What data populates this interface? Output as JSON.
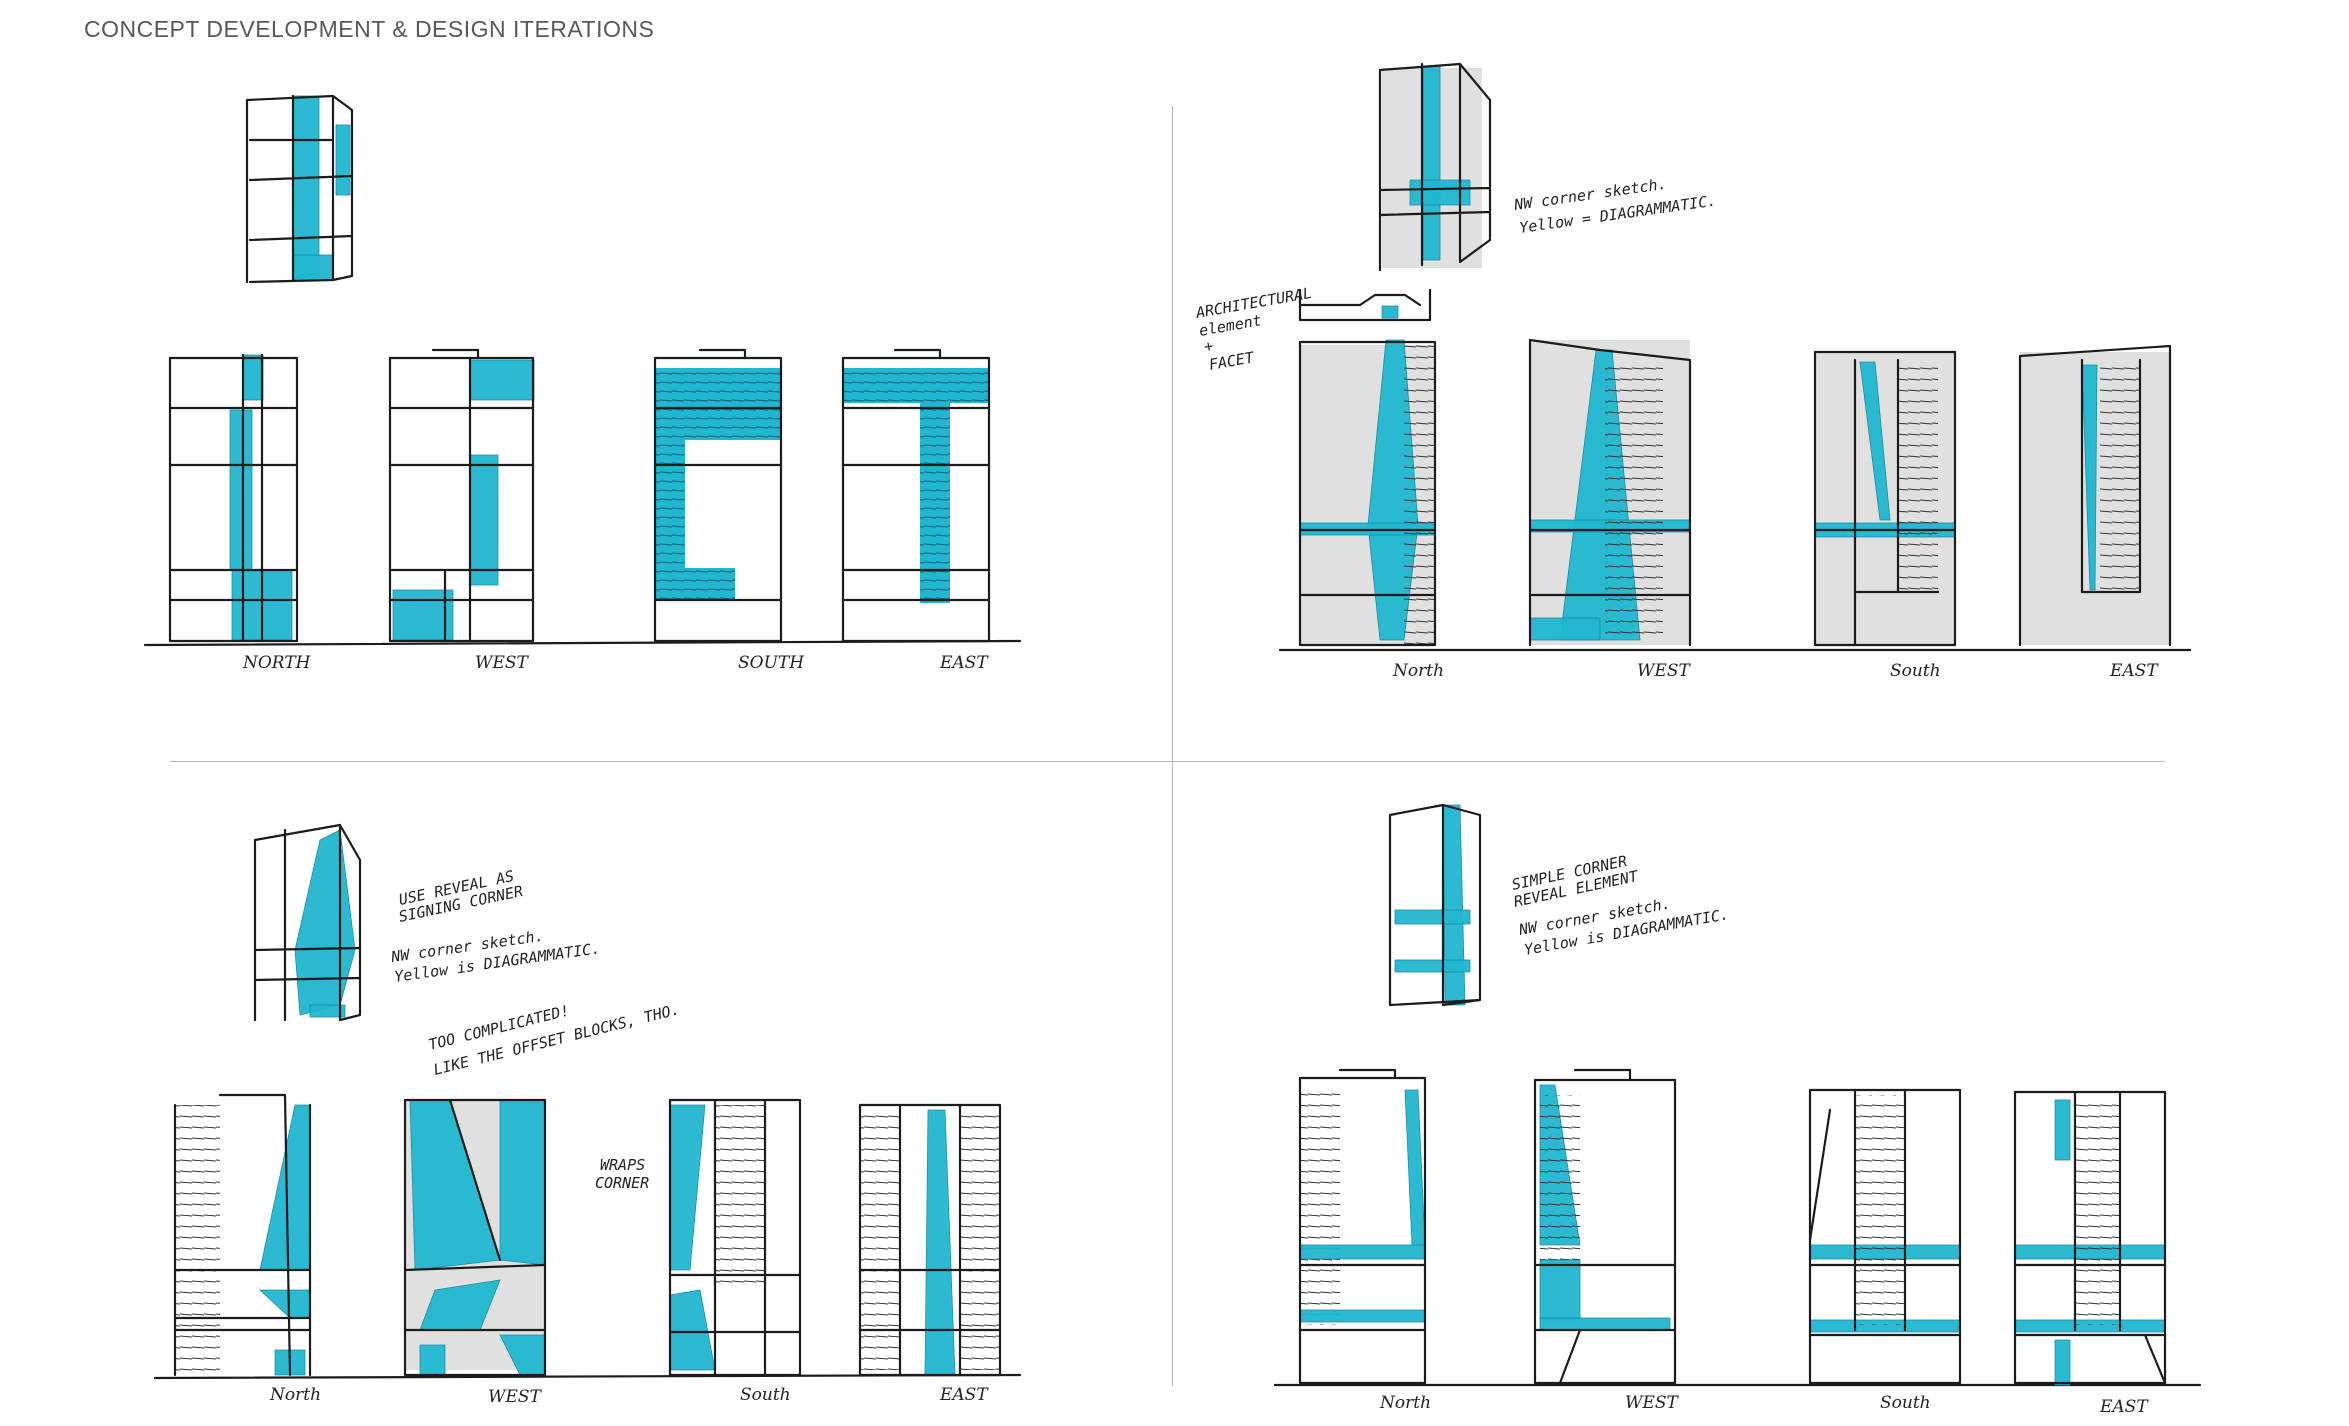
{
  "page": {
    "title": "CONCEPT DEVELOPMENT & DESIGN ITERATIONS"
  },
  "colors": {
    "accent": "#20b7d0",
    "ink": "#1c1c1c",
    "divider": "#b9b9b9",
    "title": "#555a5e"
  },
  "quadrants": [
    {
      "id": "q1",
      "elevations": [
        "NORTH",
        "WEST",
        "SOUTH",
        "EAST"
      ],
      "notes": []
    },
    {
      "id": "q2",
      "elevations": [
        "North",
        "WEST",
        "South",
        "EAST"
      ],
      "notes": [
        "NW corner sketch.",
        "Yellow = DIAGRAMMATIC.",
        "ARCHITECTURAL",
        "element",
        "+",
        "FACET"
      ]
    },
    {
      "id": "q3",
      "elevations": [
        "North",
        "WEST",
        "South",
        "EAST"
      ],
      "notes": [
        "USE REVEAL AS",
        "SIGNING CORNER",
        "NW corner sketch.",
        "Yellow is DIAGRAMMATIC.",
        "TOO COMPLICATED!",
        "LIKE THE OFFSET BLOCKS, THO.",
        "WRAPS",
        "CORNER"
      ]
    },
    {
      "id": "q4",
      "elevations": [
        "North",
        "WEST",
        "South",
        "EAST"
      ],
      "notes": [
        "SIMPLE CORNER",
        "REVEAL ELEMENT",
        "NW corner sketch.",
        "Yellow is DIAGRAMMATIC."
      ]
    }
  ]
}
